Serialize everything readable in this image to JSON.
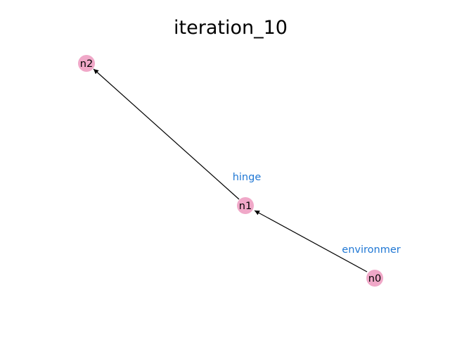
{
  "title": "iteration_10",
  "colors": {
    "node_fill": "#f0a8c8",
    "edge_stroke": "#000000",
    "edge_label": "#1f77d4",
    "background": "#ffffff"
  },
  "nodes": [
    {
      "id": "n0",
      "label": "n0"
    },
    {
      "id": "n1",
      "label": "n1"
    },
    {
      "id": "n2",
      "label": "n2"
    }
  ],
  "edges": [
    {
      "from": "n0",
      "to": "n1",
      "label": "environmer"
    },
    {
      "from": "n1",
      "to": "n2",
      "label": "hinge"
    }
  ]
}
